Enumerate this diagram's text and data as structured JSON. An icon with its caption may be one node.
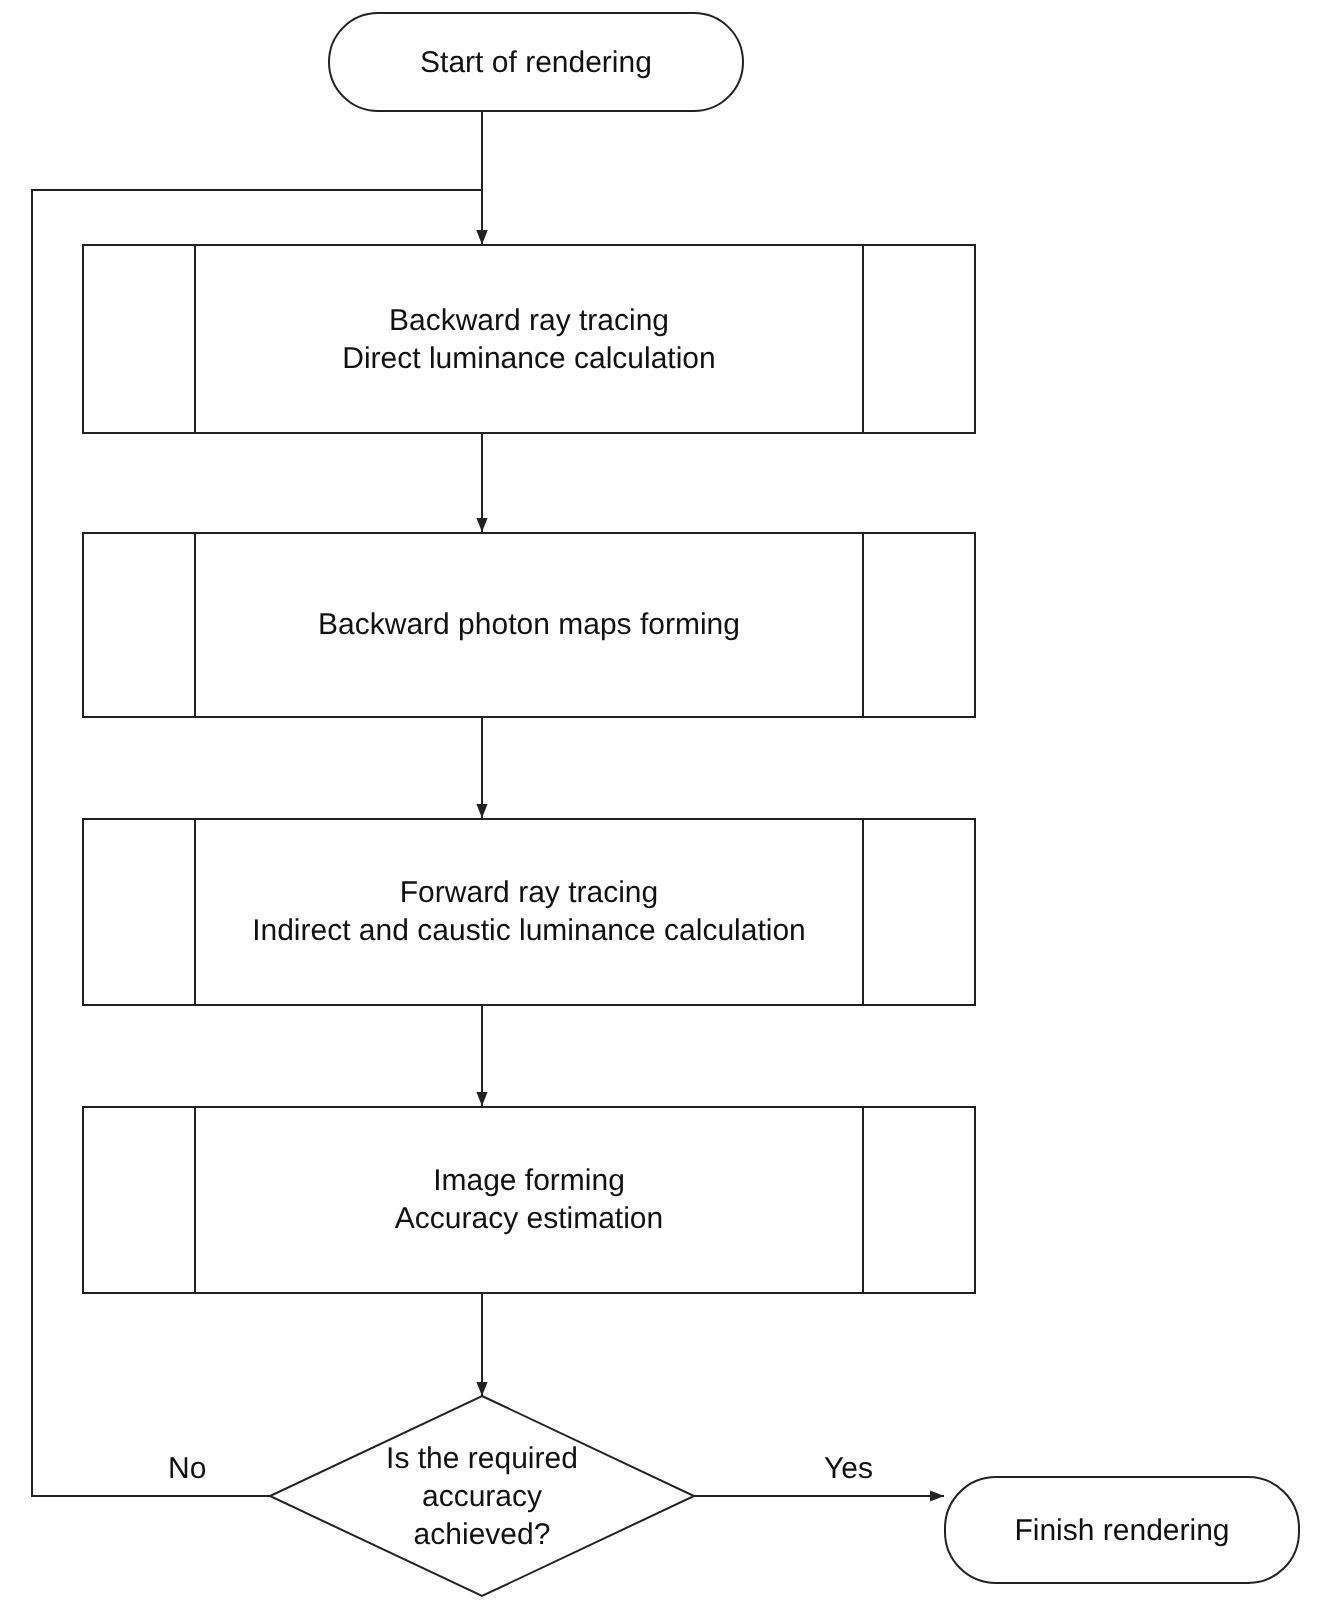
{
  "diagram": {
    "nodes": [
      {
        "text": [
          "Start of rendering"
        ]
      },
      {
        "text": [
          "Backward ray tracing",
          "Direct luminance calculation"
        ]
      },
      {
        "text": [
          "Backward photon maps forming"
        ]
      },
      {
        "text": [
          "Forward ray tracing",
          "Indirect and caustic luminance calculation"
        ]
      },
      {
        "text": [
          "Image forming",
          "Accuracy estimation"
        ]
      },
      {
        "text": [
          "Is the required accuracy achieved?"
        ]
      },
      {
        "text": [
          "Finish rendering"
        ]
      }
    ],
    "edges": [
      {
        "from": 0,
        "to": 1,
        "arrow": "to"
      },
      {
        "from": 1,
        "to": 2,
        "arrow": "to"
      },
      {
        "from": 2,
        "to": 3,
        "arrow": "to"
      },
      {
        "from": 3,
        "to": 4,
        "arrow": "to"
      },
      {
        "from": 4,
        "to": 5,
        "arrow": "to"
      },
      {
        "from": 5,
        "to": 1,
        "arrow": "to",
        "label": "No"
      },
      {
        "from": 5,
        "to": 6,
        "arrow": "to",
        "label": "Yes"
      }
    ]
  }
}
